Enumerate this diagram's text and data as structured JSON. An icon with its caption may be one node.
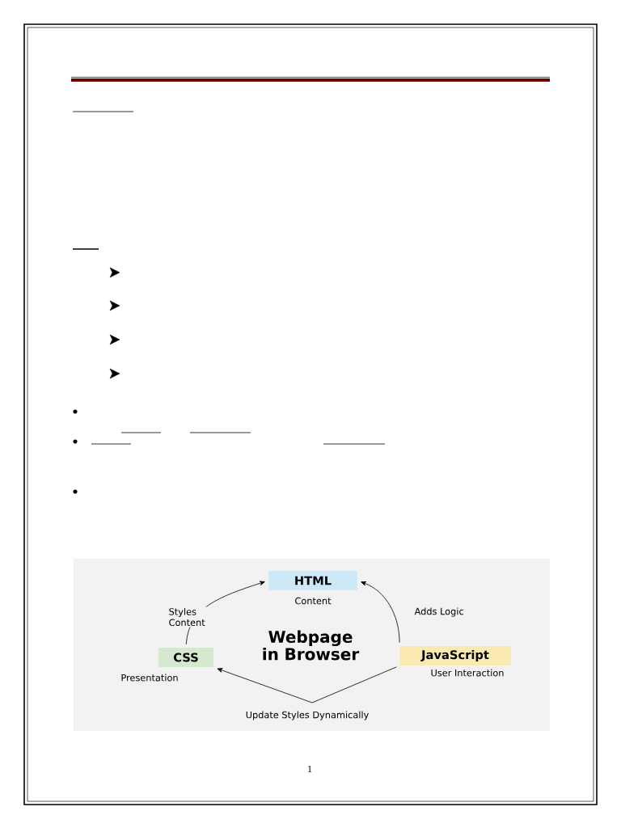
{
  "diagram": {
    "nodes": [
      {
        "text": [
          "HTML"
        ],
        "beside": [
          "Content"
        ]
      },
      {
        "text": [
          "CSS"
        ],
        "beside": [
          "Presentation"
        ]
      },
      {
        "text": [
          "JavaScript"
        ],
        "beside": [
          "User Interaction"
        ]
      }
    ],
    "edges": [
      {
        "from": 1,
        "to": 0,
        "arrow": "to",
        "label": "Styles Content"
      },
      {
        "from": 2,
        "to": 0,
        "arrow": "to",
        "label": "Adds Logic"
      },
      {
        "from": 2,
        "to": 1,
        "arrow": "to",
        "label": "Update Styles Dynamically"
      }
    ],
    "labels": [
      "Webpage in Browser",
      "1"
    ]
  }
}
